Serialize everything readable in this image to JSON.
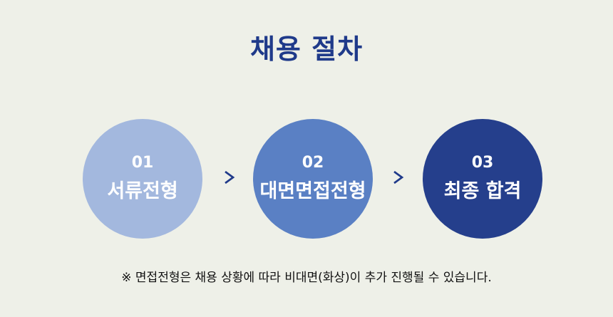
{
  "title": "채용 절차",
  "steps": [
    {
      "number": "01",
      "label": "서류전형",
      "color": "#a3b8de"
    },
    {
      "number": "02",
      "label": "대면면접전형",
      "color": "#5a80c4"
    },
    {
      "number": "03",
      "label": "최종 합격",
      "color": "#253f8c"
    }
  ],
  "arrow_icon": "chevron-right-icon",
  "note": "※ 면접전형은 채용 상황에 따라 비대면(화상)이 추가 진행될 수 있습니다.",
  "colors": {
    "background": "#eef0e8",
    "title": "#1f3a8a",
    "arrow": "#1f3a8a",
    "note": "#111111"
  }
}
